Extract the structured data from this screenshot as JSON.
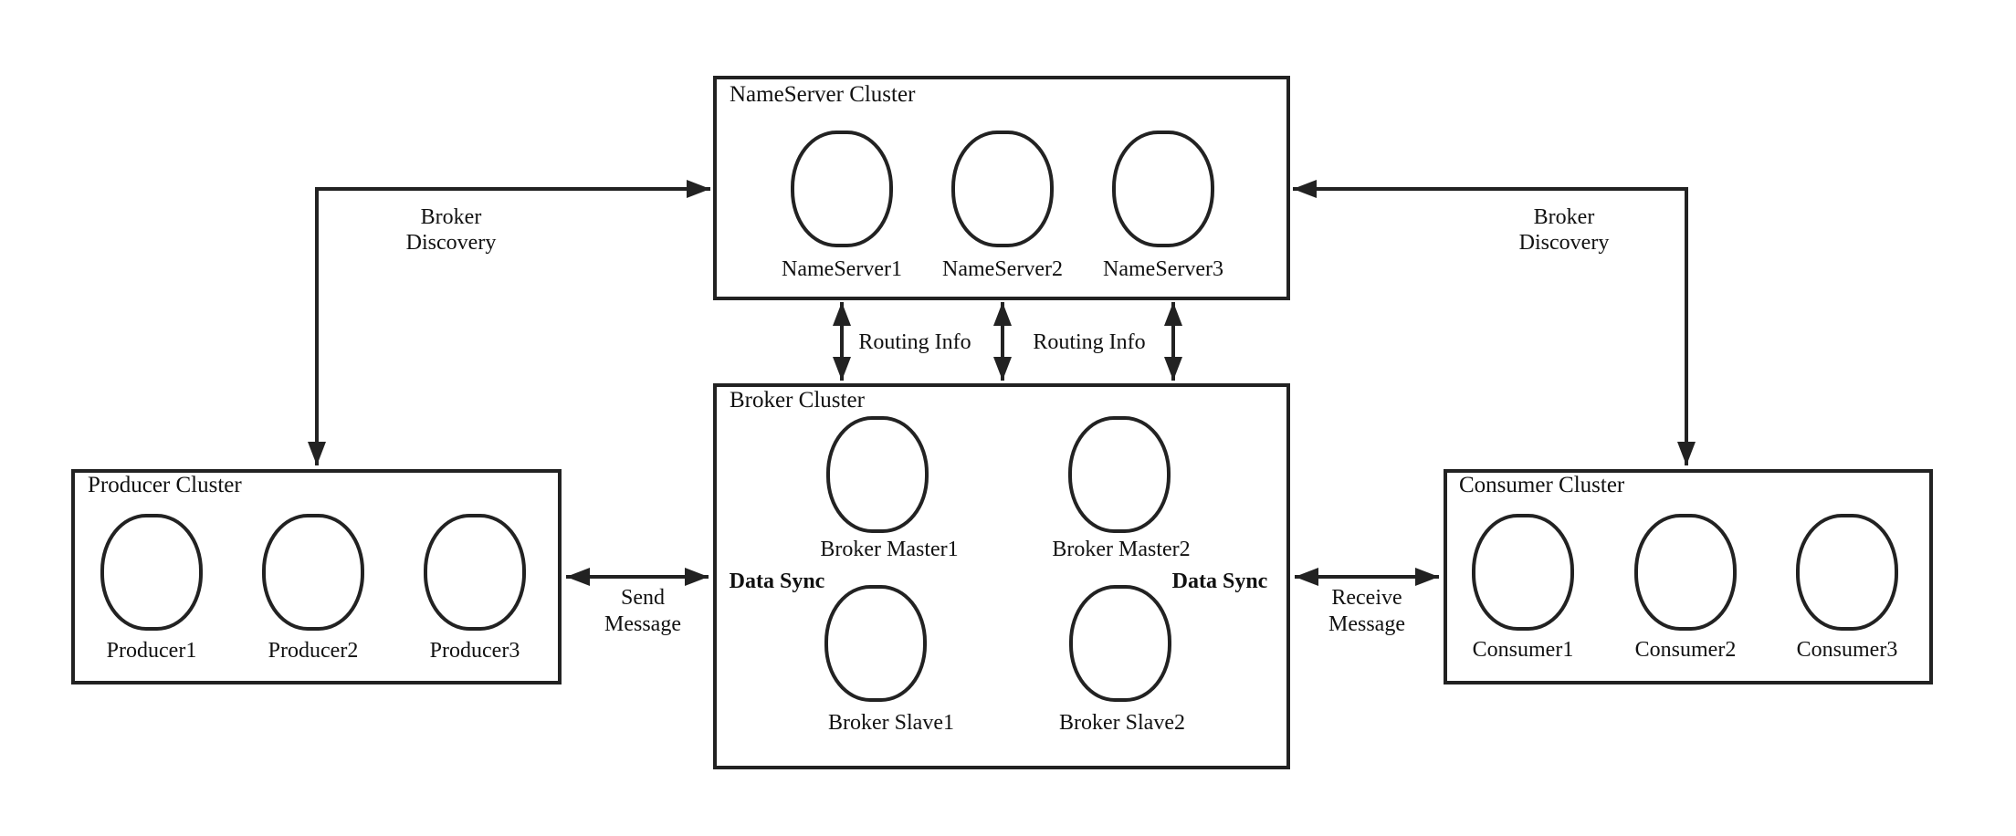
{
  "colors": {
    "line": "#222222",
    "text": "#111111",
    "background": "#ffffff"
  },
  "clusters": {
    "nameserver": {
      "title": "NameServer Cluster",
      "nodes": [
        "NameServer1",
        "NameServer2",
        "NameServer3"
      ]
    },
    "broker": {
      "title": "Broker Cluster",
      "nodes": [
        "Broker Master1",
        "Broker Master2",
        "Broker Slave1",
        "Broker Slave2"
      ]
    },
    "producer": {
      "title": "Producer Cluster",
      "nodes": [
        "Producer1",
        "Producer2",
        "Producer3"
      ]
    },
    "consumer": {
      "title": "Consumer Cluster",
      "nodes": [
        "Consumer1",
        "Consumer2",
        "Consumer3"
      ]
    }
  },
  "connectors": {
    "broker_discovery": {
      "line1": "Broker",
      "line2": "Discovery"
    },
    "routing_info": "Routing Info",
    "send_message": {
      "line1": "Send",
      "line2": "Message"
    },
    "receive_message": {
      "line1": "Receive",
      "line2": "Message"
    },
    "data_sync": "Data Sync"
  }
}
